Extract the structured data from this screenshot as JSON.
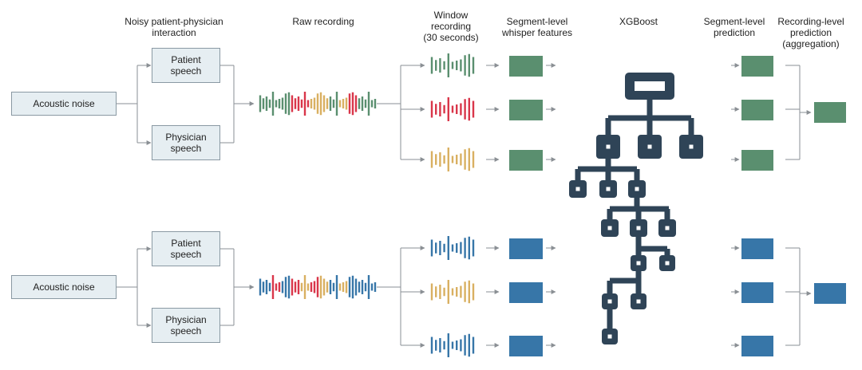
{
  "headers": {
    "interaction": "Noisy patient-physician\ninteraction",
    "raw": "Raw recording",
    "window": "Window\nrecording\n(30 seconds)",
    "features": "Segment-level\nwhisper features",
    "xgboost": "XGBoost",
    "segment_pred": "Segment-level\nprediction",
    "recording_pred": "Recording-level\nprediction\n(aggregation)"
  },
  "rows": [
    {
      "noise_label": "Acoustic noise",
      "patient_label": "Patient\nspeech",
      "physician_label": "Physician\nspeech",
      "box_color": "#5a8f6f",
      "segment_colors": [
        "#5a8f6f",
        "#d9364a",
        "#d9b061"
      ]
    },
    {
      "noise_label": "Acoustic noise",
      "patient_label": "Patient\nspeech",
      "physician_label": "Physician\nspeech",
      "box_color": "#3776a8",
      "segment_colors": [
        "#3776a8",
        "#d9b061",
        "#3776a8"
      ]
    }
  ],
  "colors": {
    "tree": "#2f4457",
    "arrow": "#8a8f94",
    "green": "#5a8f6f",
    "red": "#d9364a",
    "yellow": "#d9b061",
    "blue": "#3776a8"
  }
}
